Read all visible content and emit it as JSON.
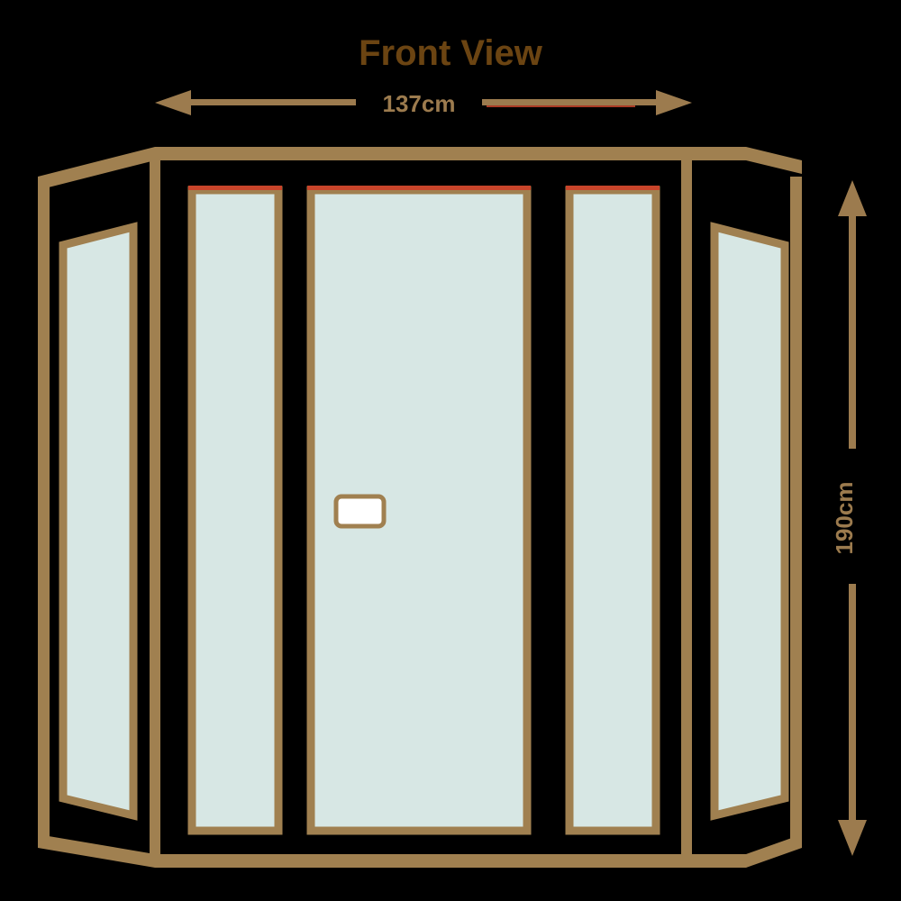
{
  "diagram": {
    "title": "Front View",
    "subject": "corner-shower-enclosure-front-elevation",
    "colors": {
      "background": "#000000",
      "title": "#6B4412",
      "frame": "#A08050",
      "frame_dark": "#9C7B4E",
      "glass": "#D7E7E4",
      "glass_highlight": "#C8442A",
      "handle_fill": "#FFFFFF",
      "handle_stroke": "#A08050",
      "dimension": "#9C7B4E"
    },
    "dimensions": {
      "width": {
        "label": "137cm",
        "orientation": "horizontal",
        "arrow_style": "double-headed"
      },
      "height": {
        "label": "190cm",
        "orientation": "vertical",
        "arrow_style": "double-headed"
      }
    },
    "panels": [
      {
        "name": "left-angled-glass-panel",
        "type": "fixed-glass",
        "shape": "trapezoid"
      },
      {
        "name": "left-inner-glass-panel",
        "type": "fixed-glass",
        "shape": "rectangle"
      },
      {
        "name": "center-door-glass-panel",
        "type": "door",
        "shape": "rectangle"
      },
      {
        "name": "right-inner-glass-panel",
        "type": "fixed-glass",
        "shape": "rectangle"
      },
      {
        "name": "right-angled-glass-panel",
        "type": "fixed-glass",
        "shape": "trapezoid"
      }
    ],
    "hardware": {
      "handle": {
        "name": "door-handle",
        "shape": "rounded-rectangle"
      }
    }
  },
  "chart_data": {
    "type": "diagram",
    "title": "Front View",
    "annotations": [
      {
        "label": "137cm",
        "axis": "width",
        "value": 137,
        "unit": "cm"
      },
      {
        "label": "190cm",
        "axis": "height",
        "value": 190,
        "unit": "cm"
      }
    ]
  }
}
